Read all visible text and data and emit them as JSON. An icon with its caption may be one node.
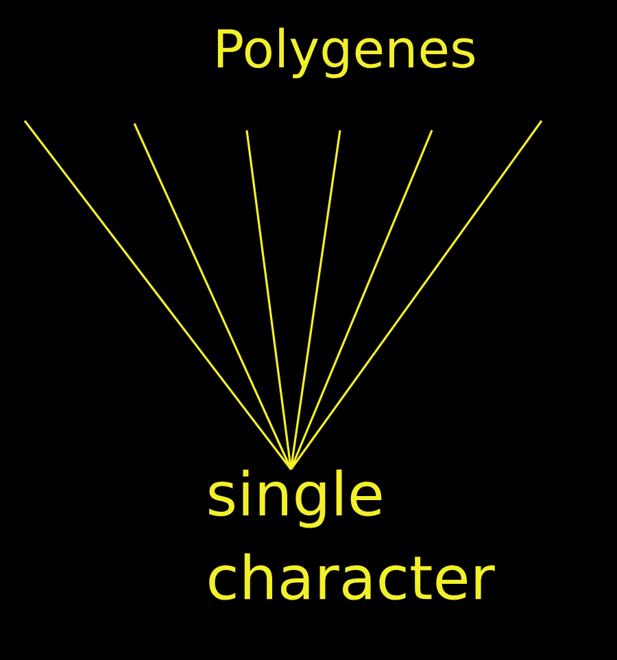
{
  "diagram": {
    "nodes": [
      {
        "text": [
          "Polygenes"
        ]
      },
      {
        "text": [
          "single character"
        ]
      }
    ],
    "edges": [
      {
        "from": null,
        "to": 1,
        "arrow": "none"
      },
      {
        "from": null,
        "to": 1,
        "arrow": "none"
      },
      {
        "from": null,
        "to": 1,
        "arrow": "none"
      },
      {
        "from": null,
        "to": 1,
        "arrow": "none"
      },
      {
        "from": null,
        "to": 1,
        "arrow": "none"
      },
      {
        "from": null,
        "to": 1,
        "arrow": "none"
      }
    ]
  }
}
